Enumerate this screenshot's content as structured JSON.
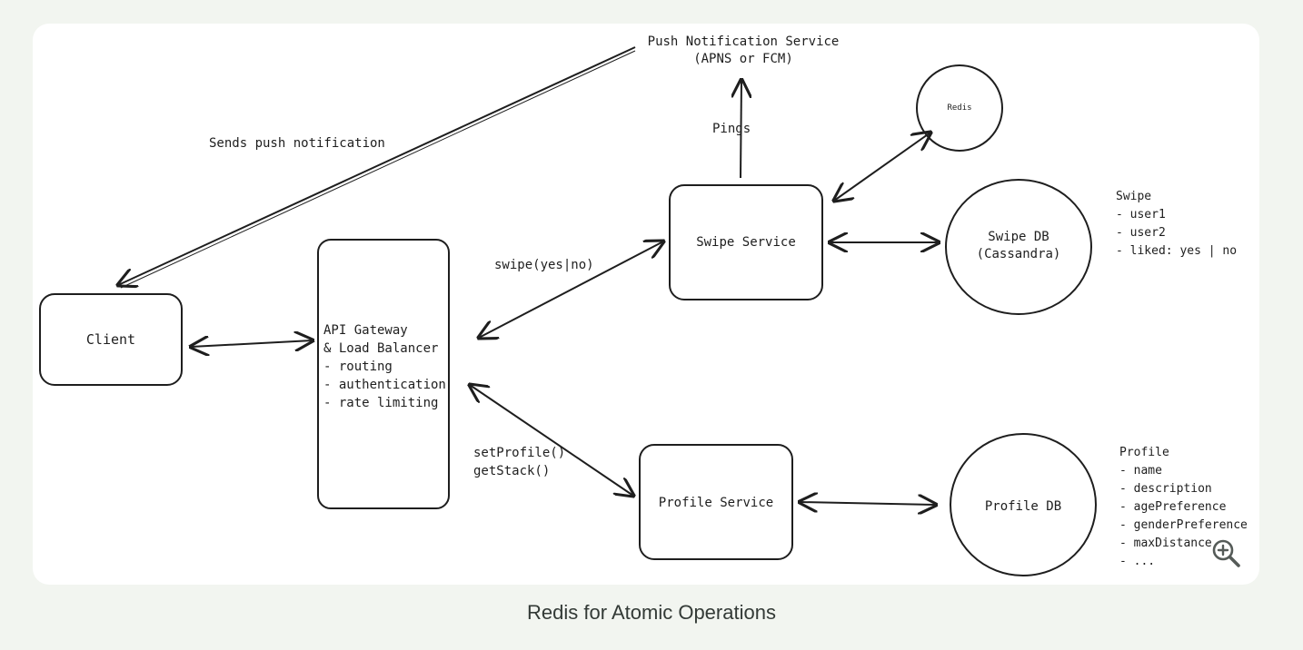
{
  "diagram": {
    "nodes": {
      "client": "Client",
      "gateway": {
        "lines": [
          "API Gateway",
          "& Load Balancer",
          "- routing",
          "- authentication",
          "- rate limiting"
        ]
      },
      "swipe_service": "Swipe Service",
      "profile_service": "Profile Service",
      "push_service": {
        "line1": "Push Notification Service",
        "line2": "(APNS or FCM)"
      },
      "redis": "Redis",
      "swipe_db": {
        "line1": "Swipe DB",
        "line2": "(Cassandra)"
      },
      "profile_db": "Profile DB"
    },
    "edges": {
      "push_label": "Sends push notification",
      "pings_label": "Pings",
      "swipe_label": "swipe(yes|no)",
      "profile_label_1": "setProfile()",
      "profile_label_2": "getStack()"
    },
    "notes": {
      "swipe_schema": [
        "Swipe",
        "- user1",
        "- user2",
        "- liked: yes | no"
      ],
      "profile_schema": [
        "Profile",
        "- name",
        "- description",
        "- agePreference",
        "- genderPreference",
        "- maxDistance",
        "- ..."
      ]
    }
  },
  "caption": "Redis for Atomic Operations",
  "zoom_icon": "zoom-in-icon"
}
